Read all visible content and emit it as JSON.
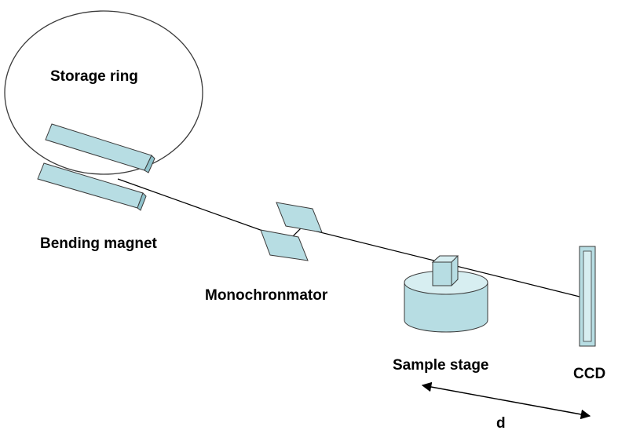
{
  "labels": {
    "storage_ring": "Storage ring",
    "bending_magnet": "Bending magnet",
    "monochromator": "Monochronmator",
    "sample_stage": "Sample stage",
    "ccd": "CCD",
    "distance": "d"
  },
  "colors": {
    "component_fill": "#b7dde3",
    "component_dark": "#8fc3cc",
    "stroke": "#3a3a3a",
    "beam": "#000000"
  }
}
